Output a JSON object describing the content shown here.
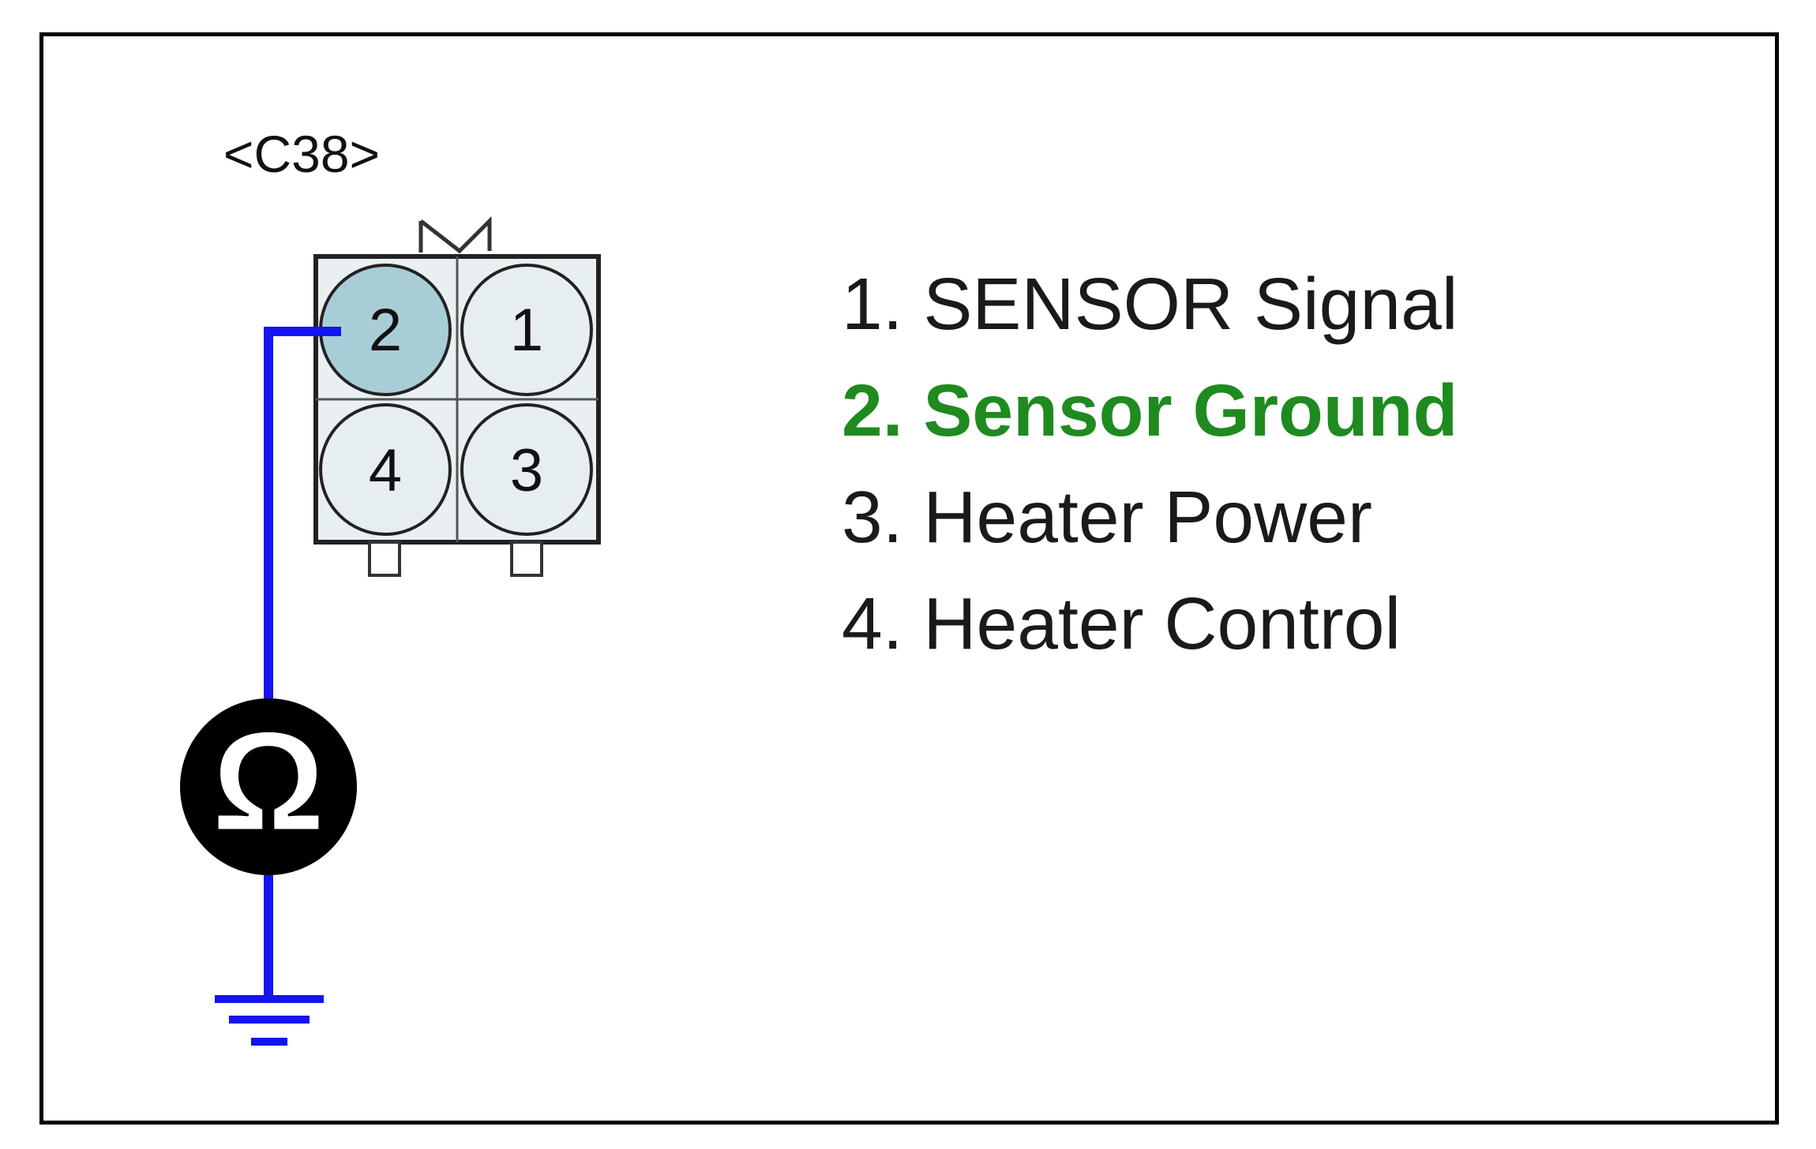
{
  "connector": {
    "label": "<C38>",
    "pins": [
      {
        "number": "2",
        "highlighted": true
      },
      {
        "number": "1",
        "highlighted": false
      },
      {
        "number": "4",
        "highlighted": false
      },
      {
        "number": "3",
        "highlighted": false
      }
    ]
  },
  "legend": {
    "items": [
      {
        "text": "1. SENSOR Signal",
        "highlighted": false
      },
      {
        "text": "2. Sensor Ground",
        "highlighted": true
      },
      {
        "text": "3. Heater Power",
        "highlighted": false
      },
      {
        "text": "4. Heater Control",
        "highlighted": false
      }
    ]
  },
  "meter": {
    "symbol": "Ω",
    "icon": "ohmmeter-icon"
  },
  "ground": {
    "icon": "ground-symbol-icon"
  },
  "colors": {
    "wire": "#1414f0",
    "highlight_text": "#1f8a1f",
    "pin_highlight": "#a9cdd6",
    "pin_normal": "#e6eef1",
    "meter_fill": "#000000"
  }
}
